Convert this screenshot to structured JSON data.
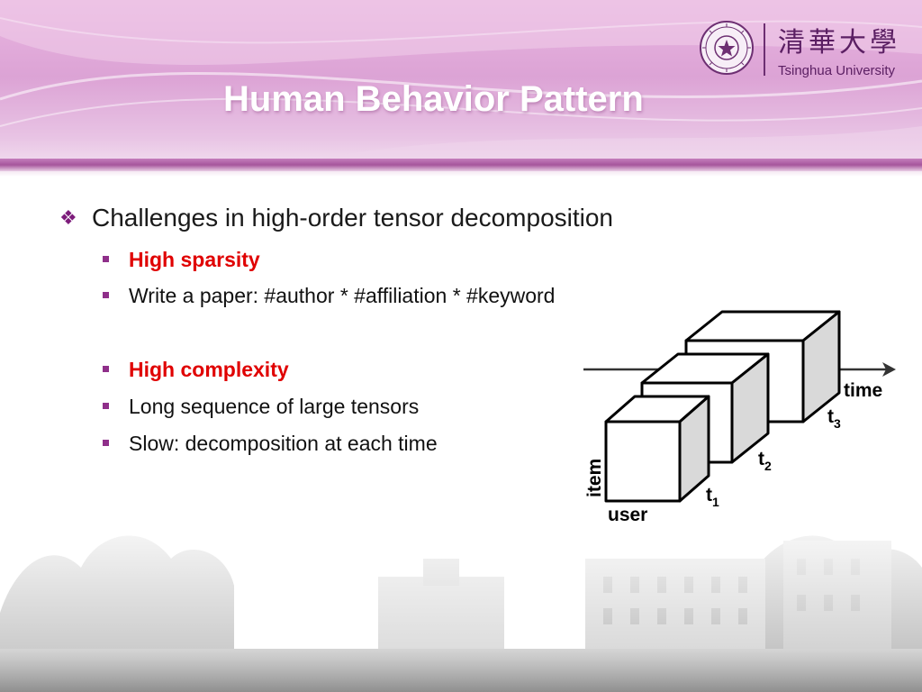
{
  "slide": {
    "title": "Human Behavior Pattern",
    "logo": {
      "cn_name": "清華大學",
      "en_name": "Tsinghua University"
    },
    "bullets": [
      {
        "level": 1,
        "text": "Challenges in high-order tensor decomposition"
      },
      {
        "level": 2,
        "text": "High sparsity",
        "emphasis": true
      },
      {
        "level": 2,
        "text": "Write a paper: #author * #affiliation * #keyword"
      },
      {
        "level": 2,
        "text": "High complexity",
        "emphasis": true
      },
      {
        "level": 2,
        "text": "Long sequence of large tensors"
      },
      {
        "level": 2,
        "text": "Slow: decomposition at each time"
      }
    ],
    "diagram": {
      "axis_label": "time",
      "tensor_labels": [
        {
          "base": "t",
          "sub": "1"
        },
        {
          "base": "t",
          "sub": "2"
        },
        {
          "base": "t",
          "sub": "3"
        }
      ],
      "vertical_label": "item",
      "horizontal_label": "user"
    }
  },
  "colors": {
    "header_purple": "#dca3d5",
    "accent_purple": "#8f2f8a",
    "emphasis_red": "#e00000",
    "logo_purple": "#5b1f63"
  }
}
